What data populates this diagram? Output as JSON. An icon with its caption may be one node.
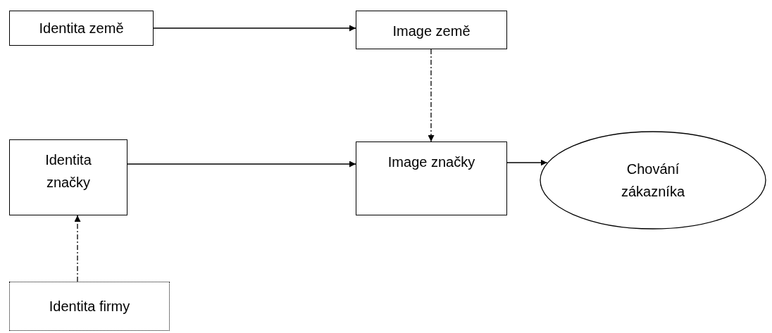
{
  "diagram": {
    "nodes": [
      {
        "text": [
          "Identita země"
        ]
      },
      {
        "text": [
          "Image země"
        ]
      },
      {
        "text": [
          "Identita značky"
        ]
      },
      {
        "text": [
          "Image značky"
        ]
      },
      {
        "text": [
          "Chování zákazníka"
        ]
      },
      {
        "text": [
          "Identita firmy"
        ]
      }
    ],
    "edges": [
      {
        "from": 0,
        "to": 1,
        "arrow": "to"
      },
      {
        "from": 1,
        "to": 3,
        "arrow": "to",
        "style": "dashed"
      },
      {
        "from": 2,
        "to": 3,
        "arrow": "to"
      },
      {
        "from": 3,
        "to": 4,
        "arrow": "to"
      },
      {
        "from": 5,
        "to": 2,
        "arrow": "to",
        "style": "dashed"
      }
    ]
  }
}
